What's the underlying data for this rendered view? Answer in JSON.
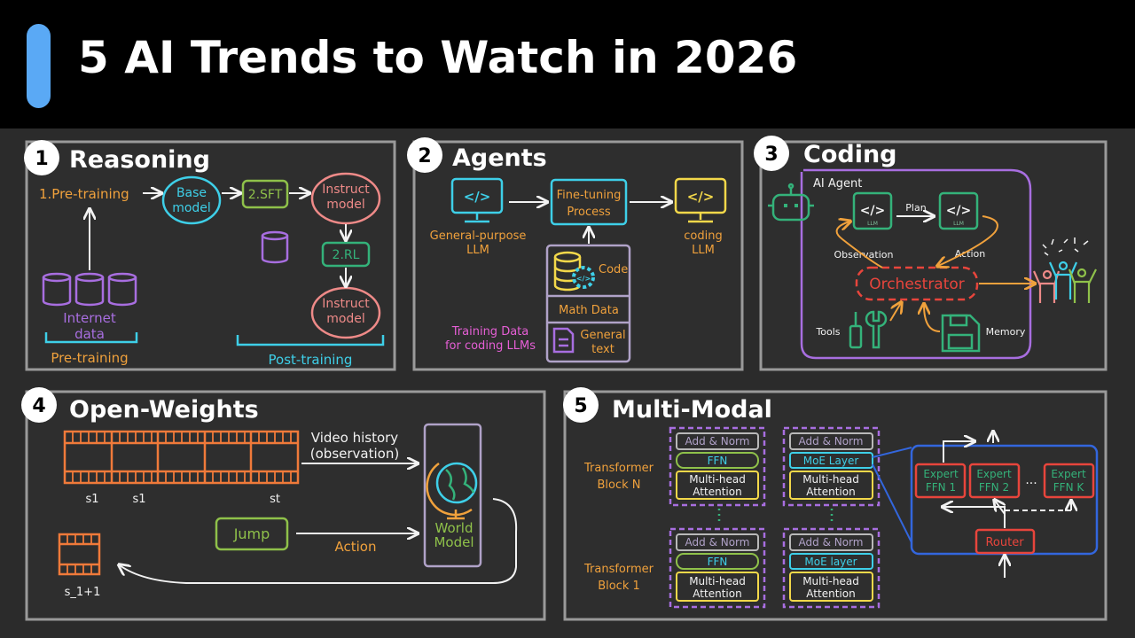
{
  "page": {
    "title": "5 AI Trends to Watch in 2026"
  },
  "colors": {
    "accent": "#5aa9f5",
    "orange": "#f0a13c",
    "cyan": "#3ecfe8",
    "green": "#8fc14a",
    "pink": "#ee8a88",
    "purple": "#a86ee0",
    "magenta": "#e65fd6",
    "yellow": "#f3d84a",
    "red": "#e8453c",
    "emerald": "#34b27a",
    "blue": "#3366dd"
  },
  "reasoning": {
    "number": "1",
    "title": "Reasoning",
    "pre_training_step": "1.Pre-training",
    "base_model": [
      "Base",
      "model"
    ],
    "sft": "2.SFT",
    "instruct_model": [
      "Instruct",
      "model"
    ],
    "rl": "2.RL",
    "internet_data": [
      "Internet",
      "data"
    ],
    "pre_training_label": "Pre-training",
    "post_training_label": "Post-training"
  },
  "agents": {
    "number": "2",
    "title": "Agents",
    "general_llm": [
      "General-purpose",
      "LLM"
    ],
    "fine_tuning": [
      "Fine-tuning",
      "Process"
    ],
    "coding_llm": [
      "coding",
      "LLM"
    ],
    "code": "Code",
    "math_data": "Math Data",
    "general_text": [
      "General",
      "text"
    ],
    "training_data": [
      "Training Data",
      "for coding LLMs"
    ]
  },
  "coding": {
    "number": "3",
    "title": "Coding",
    "ai_agent": "AI Agent",
    "plan": "Plan",
    "llm": "LLM",
    "observation": "Observation",
    "action": "Action",
    "orchestrator": "Orchestrator",
    "tools": "Tools",
    "memory": "Memory"
  },
  "open_weights": {
    "number": "4",
    "title": "Open-Weights",
    "video_history": [
      "Video history",
      "(observation)"
    ],
    "frame_labels": [
      "s1",
      "s1",
      "st"
    ],
    "next_frame": "s_1+1",
    "jump": "Jump",
    "action": "Action",
    "world_model": [
      "World",
      "Model"
    ]
  },
  "multi_modal": {
    "number": "5",
    "title": "Multi-Modal",
    "block_n": [
      "Transformer",
      "Block N"
    ],
    "block_1": [
      "Transformer",
      "Block 1"
    ],
    "add_norm": "Add & Norm",
    "ffn": "FFN",
    "attention": [
      "Multi-head",
      "Attention"
    ],
    "moe_layer_top": "MoE Layer",
    "moe_layer_bottom": "MoE layer",
    "experts": [
      [
        "Expert",
        "FFN 1"
      ],
      [
        "Expert",
        "FFN 2"
      ],
      [
        "Expert",
        "FFN K"
      ]
    ],
    "ellipsis": "...",
    "router": "Router"
  }
}
